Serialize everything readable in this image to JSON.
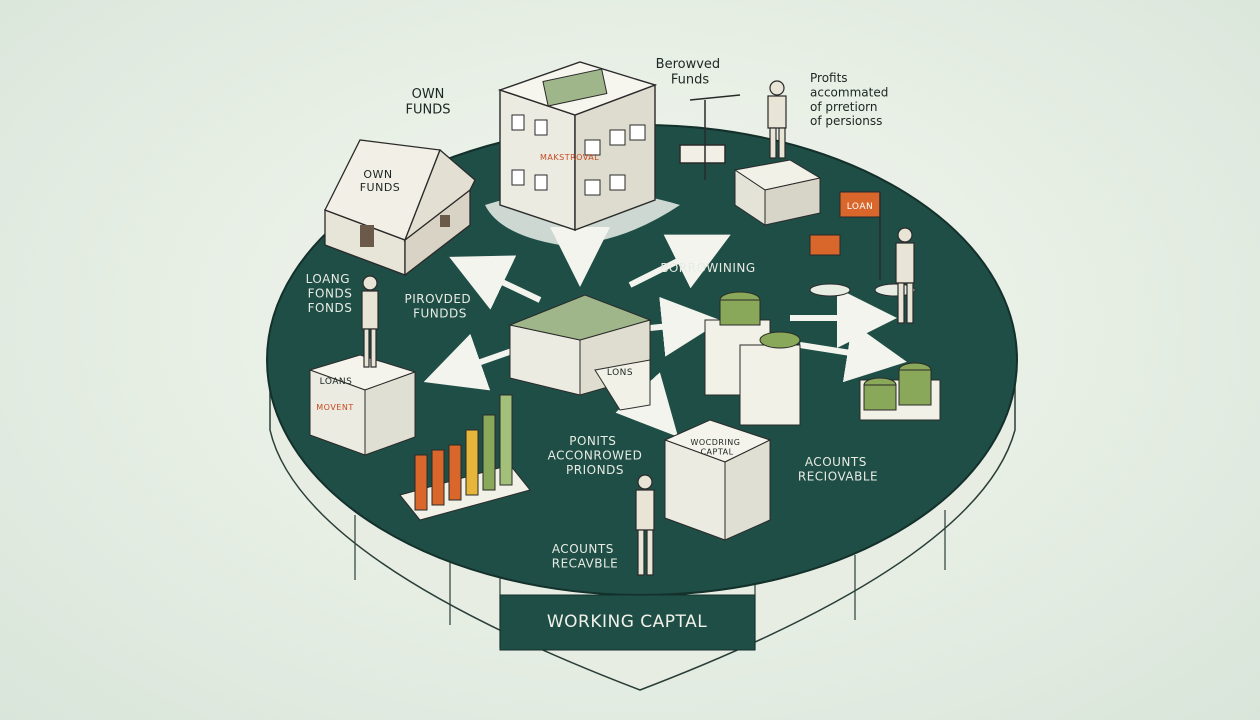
{
  "labels": {
    "own_funds_top": "OWN\nFUNDS",
    "own_funds_house": "OWN\nFUNDS",
    "borrowed_funds": "Berowved\nFunds",
    "profits": "Profits\naccommated\nof prretiorn\nof persionss",
    "loans_left": "LOANG\nFONDS\nFONDS",
    "provided_funds": "PIROVDED\nFUNDDS",
    "borrowing": "BORROWINING",
    "loans_box": "LOANS",
    "loans_center": "LONS",
    "points": "PONITS\nACCONROWED\nPRIONDS",
    "working_box": "WOCDRING\nCAPTAL",
    "accounts_receivable_right": "ACOUNTS\nRECIOVABLE",
    "accounts_receivable_bottom": "ACOUNTS\nRECAVBLE",
    "footer_banner": "WORKING CAPTAL",
    "building_sign": "MAKSTROVAL",
    "flag": "LOAN",
    "loans_box_tag": "MOVENT"
  },
  "colors": {
    "platform": "#1f4e46",
    "platform_edge": "#e8ede4",
    "accent_orange": "#d9662a",
    "accent_green": "#8aa85a",
    "banner_bg": "#1f4e46"
  }
}
